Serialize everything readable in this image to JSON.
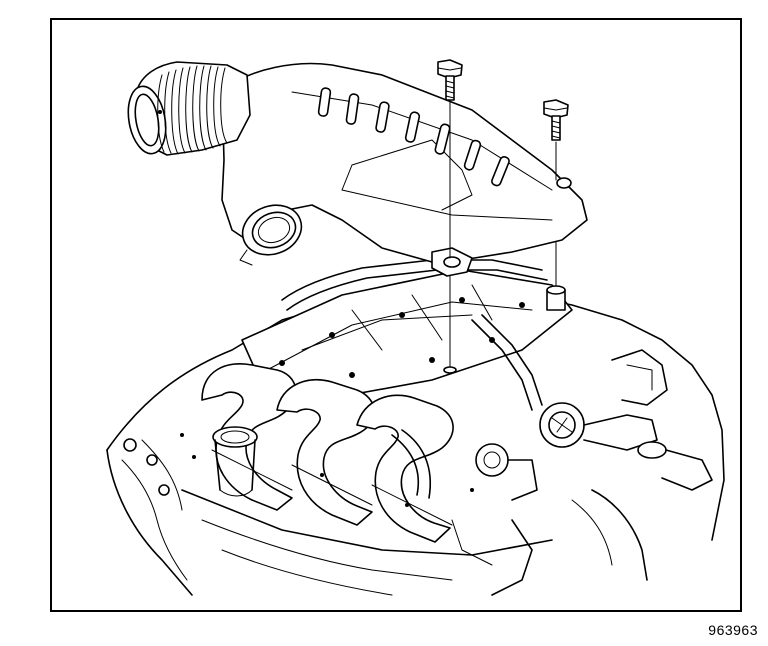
{
  "figure": {
    "id_label": "963963"
  },
  "colors": {
    "line": "#000000",
    "background": "#ffffff"
  },
  "parts": {
    "air_intake_duct": "air-intake-duct",
    "upper_intake_cover": "upper-intake-cover",
    "bolt_left": "bolt",
    "bolt_right": "bolt",
    "engine": "engine-assembly"
  }
}
